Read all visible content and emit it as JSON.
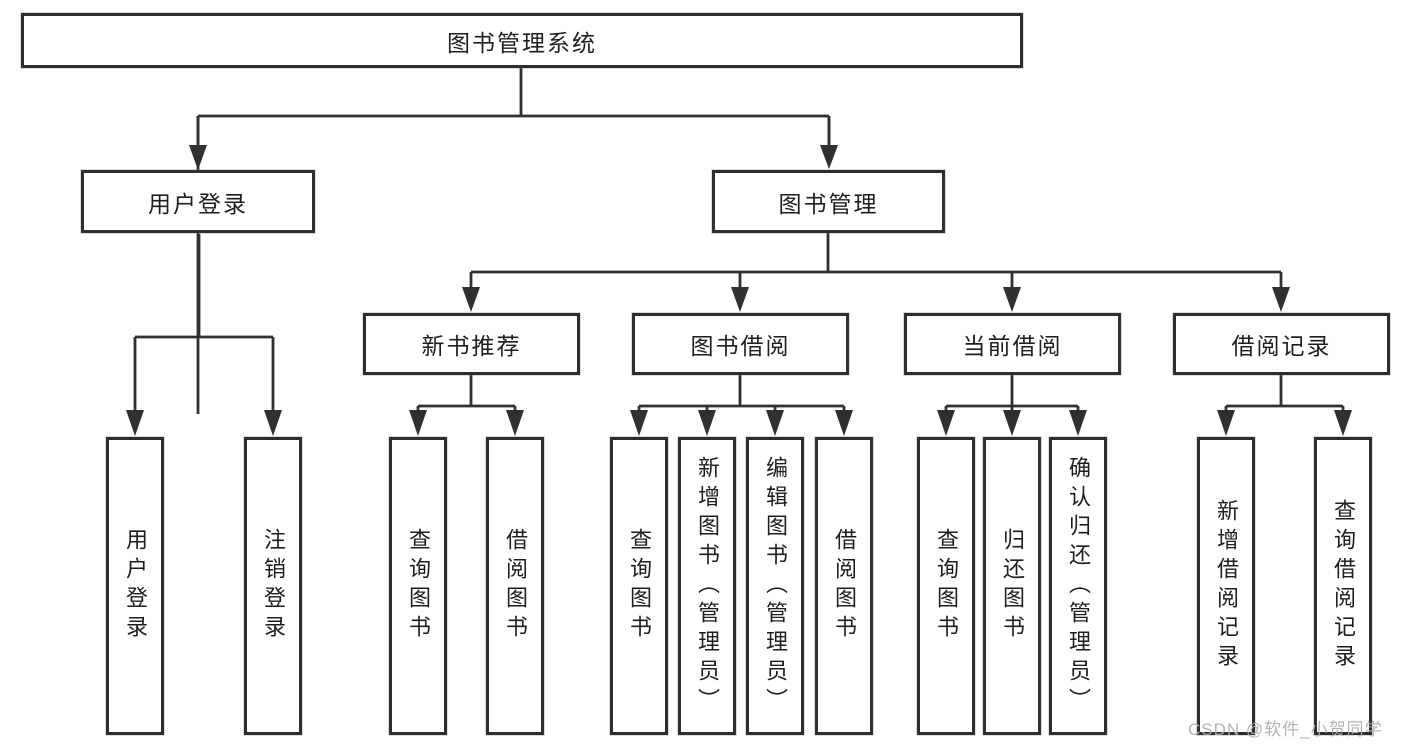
{
  "diagram": {
    "root": "图书管理系统",
    "branches": [
      {
        "label": "用户登录",
        "leaves": [
          "用户登录",
          "注销登录"
        ]
      },
      {
        "label": "图书管理",
        "groups": [
          {
            "label": "新书推荐",
            "leaves": [
              "查询图书",
              "借阅图书"
            ]
          },
          {
            "label": "图书借阅",
            "leaves": [
              "查询图书",
              "新增图书（管理员）",
              "编辑图书（管理员）",
              "借阅图书"
            ]
          },
          {
            "label": "当前借阅",
            "leaves": [
              "查询图书",
              "归还图书",
              "确认归还（管理员）"
            ]
          },
          {
            "label": "借阅记录",
            "leaves": [
              "新增借阅记录",
              "查询借阅记录"
            ]
          }
        ]
      }
    ],
    "line_color": "#303030",
    "box_border_color": "#2e2e2e"
  },
  "watermark": {
    "text": "CSDN @软件_小贺同学",
    "color": "#afafaf"
  }
}
